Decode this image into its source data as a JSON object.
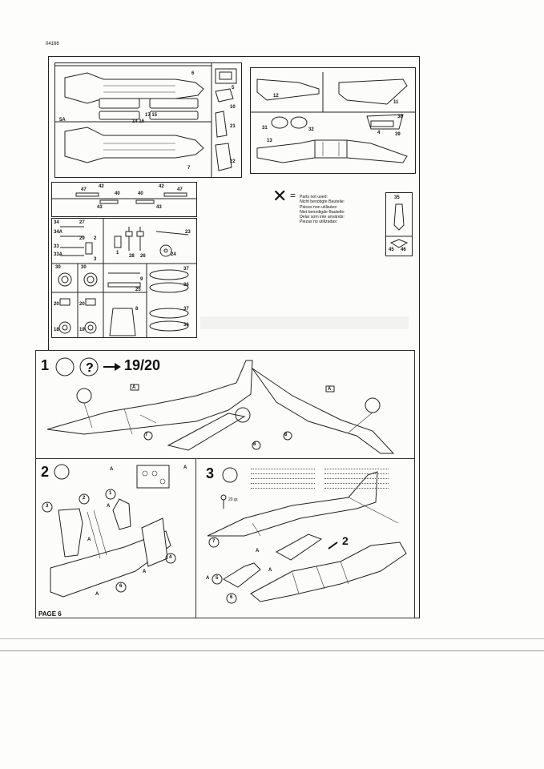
{
  "header": {
    "code": "04166"
  },
  "footer": {
    "page": "PAGE 6"
  },
  "legend": {
    "title": "Parts not used:",
    "lines": [
      "Parts not used:",
      "Nicht benötigte Bauteile:",
      "Pièces non utilisées:",
      "Niet benodigde Bauteile:",
      "Delar som inte används:",
      "Piezas no utilizadas:"
    ]
  },
  "sprue1": {
    "labels": [
      "6",
      "5",
      "10",
      "5A",
      "17 15",
      "14 16",
      "21",
      "7",
      "22"
    ]
  },
  "sprue2": {
    "labels": [
      "12",
      "11",
      "38",
      "4",
      "39",
      "31",
      "32",
      "13"
    ]
  },
  "sprue3": {
    "labels": [
      "47",
      "42",
      "40",
      "40",
      "42",
      "47",
      "43",
      "43"
    ]
  },
  "sprue4": {
    "labels": [
      "34",
      "27",
      "34A",
      "29",
      "2",
      "33",
      "33A",
      "3",
      "1",
      "28",
      "26",
      "23",
      "24",
      "30",
      "30",
      "9",
      "25",
      "37",
      "36",
      "20",
      "20",
      "8",
      "37",
      "36",
      "18",
      "19"
    ]
  },
  "unused": {
    "labels": [
      "35",
      "45",
      "46"
    ]
  },
  "steps": {
    "s1": {
      "num": "1",
      "goal": "19/20",
      "parts": [
        "7",
        "8"
      ]
    },
    "s2": {
      "num": "2",
      "parts": [
        "1",
        "2",
        "3",
        "4",
        "6"
      ]
    },
    "s3": {
      "num": "3",
      "weight": "20 gr.",
      "parts": [
        "2",
        "7",
        "5",
        "6"
      ],
      "side_label": "A"
    }
  },
  "glue_marks": {
    "label": "A"
  }
}
